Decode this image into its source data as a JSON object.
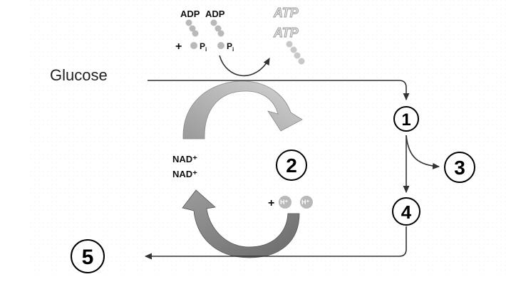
{
  "inputs": {
    "adp_1": "ADP",
    "adp_2": "ADP",
    "plus": "+",
    "pi_1": "P",
    "pi_1_sub": "i",
    "pi_2": "P",
    "pi_2_sub": "i"
  },
  "outputs": {
    "atp_1": "ATP",
    "atp_2": "ATP"
  },
  "glucose": "Glucose",
  "nad_1": "NAD⁺",
  "nad_2": "NAD⁺",
  "hplus": {
    "plus": "+",
    "h_1": "H⁺",
    "h_2": "H⁺"
  },
  "markers": {
    "m1": "1",
    "m2": "2",
    "m3": "3",
    "m4": "4",
    "m5": "5"
  },
  "colors": {
    "arrow_light": "#c2c2c2",
    "arrow_dark": "#7e7e7e",
    "dot": "#b9b9b9",
    "line": "#333333"
  }
}
